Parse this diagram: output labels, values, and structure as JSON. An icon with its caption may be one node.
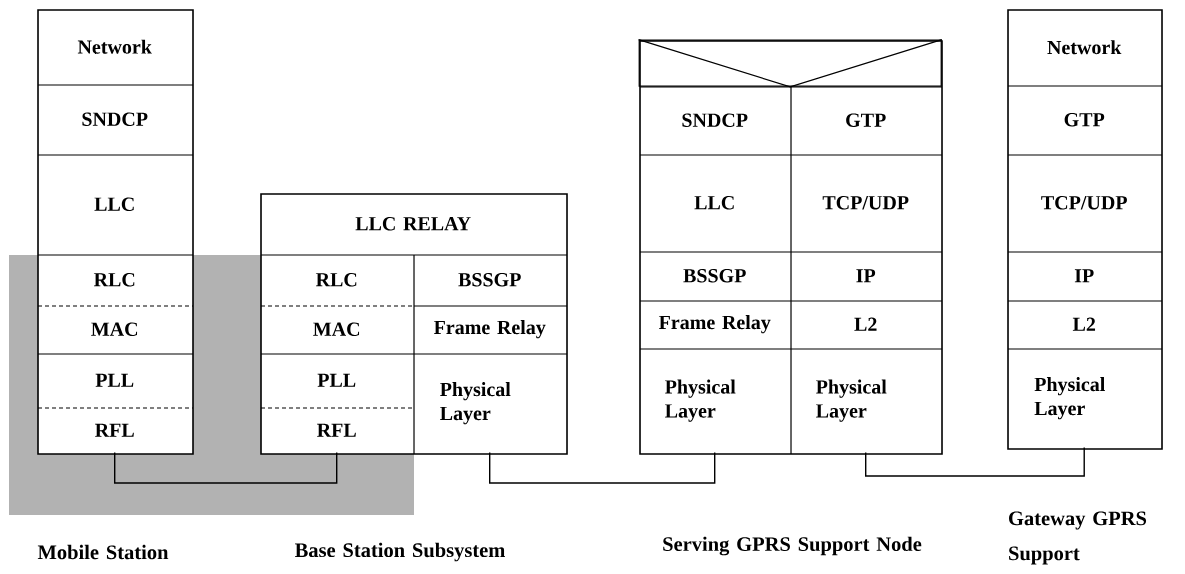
{
  "diagram": {
    "nodes": [
      {
        "text": [],
        "shape": "box"
      },
      {
        "text": [
          "Network"
        ],
        "in": 0
      },
      {
        "text": [
          "SNDCP"
        ],
        "in": 0
      },
      {
        "text": [
          "LLC"
        ],
        "in": 0
      },
      {
        "text": [
          "RLC"
        ],
        "in": 0
      },
      {
        "text": [
          "MAC"
        ],
        "in": 0
      },
      {
        "text": [
          "PLL"
        ],
        "in": 0
      },
      {
        "text": [
          "RFL"
        ],
        "in": 0
      },
      {
        "text": [],
        "shape": "box"
      },
      {
        "text": [
          "LLC RELAY"
        ],
        "in": 8
      },
      {
        "text": [
          "RLC"
        ],
        "in": 8
      },
      {
        "text": [
          "BSSGP"
        ],
        "in": 8
      },
      {
        "text": [
          "MAC"
        ],
        "in": 8
      },
      {
        "text": [
          "Frame Relay"
        ],
        "in": 8
      },
      {
        "text": [
          "PLL"
        ],
        "in": 8
      },
      {
        "text": [
          "Physical Layer"
        ],
        "in": 8
      },
      {
        "text": [
          "RFL"
        ],
        "in": 8
      },
      {
        "text": [],
        "shape": "box"
      },
      {
        "text": [],
        "shape": "box",
        "in": 17
      },
      {
        "text": [
          "SNDCP"
        ],
        "in": 17
      },
      {
        "text": [
          "GTP"
        ],
        "in": 17
      },
      {
        "text": [
          "LLC"
        ],
        "in": 17
      },
      {
        "text": [
          "TCP/UDP"
        ],
        "in": 17
      },
      {
        "text": [
          "BSSGP"
        ],
        "in": 17
      },
      {
        "text": [
          "IP"
        ],
        "in": 17
      },
      {
        "text": [
          "Frame Relay"
        ],
        "in": 17
      },
      {
        "text": [
          "L2"
        ],
        "in": 17
      },
      {
        "text": [
          "Physical Layer"
        ],
        "in": 17
      },
      {
        "text": [
          "Physical Layer"
        ],
        "in": 17
      },
      {
        "text": [],
        "shape": "box"
      },
      {
        "text": [
          "Network"
        ],
        "in": 29
      },
      {
        "text": [
          "GTP"
        ],
        "in": 29
      },
      {
        "text": [
          "TCP/UDP"
        ],
        "in": 29
      },
      {
        "text": [
          "IP"
        ],
        "in": 29
      },
      {
        "text": [
          "L2"
        ],
        "in": 29
      },
      {
        "text": [
          "Physical Layer"
        ],
        "in": 29
      }
    ],
    "edges": [
      {
        "from": 7,
        "to": 16,
        "arrow": "none"
      },
      {
        "from": 15,
        "to": 27,
        "arrow": "none"
      },
      {
        "from": 28,
        "to": 35,
        "arrow": "none"
      }
    ],
    "labels": [
      "Gateway GPRS Support",
      "Mobile Station",
      "Base Station Subsystem",
      "Serving GPRS Support Node"
    ]
  }
}
